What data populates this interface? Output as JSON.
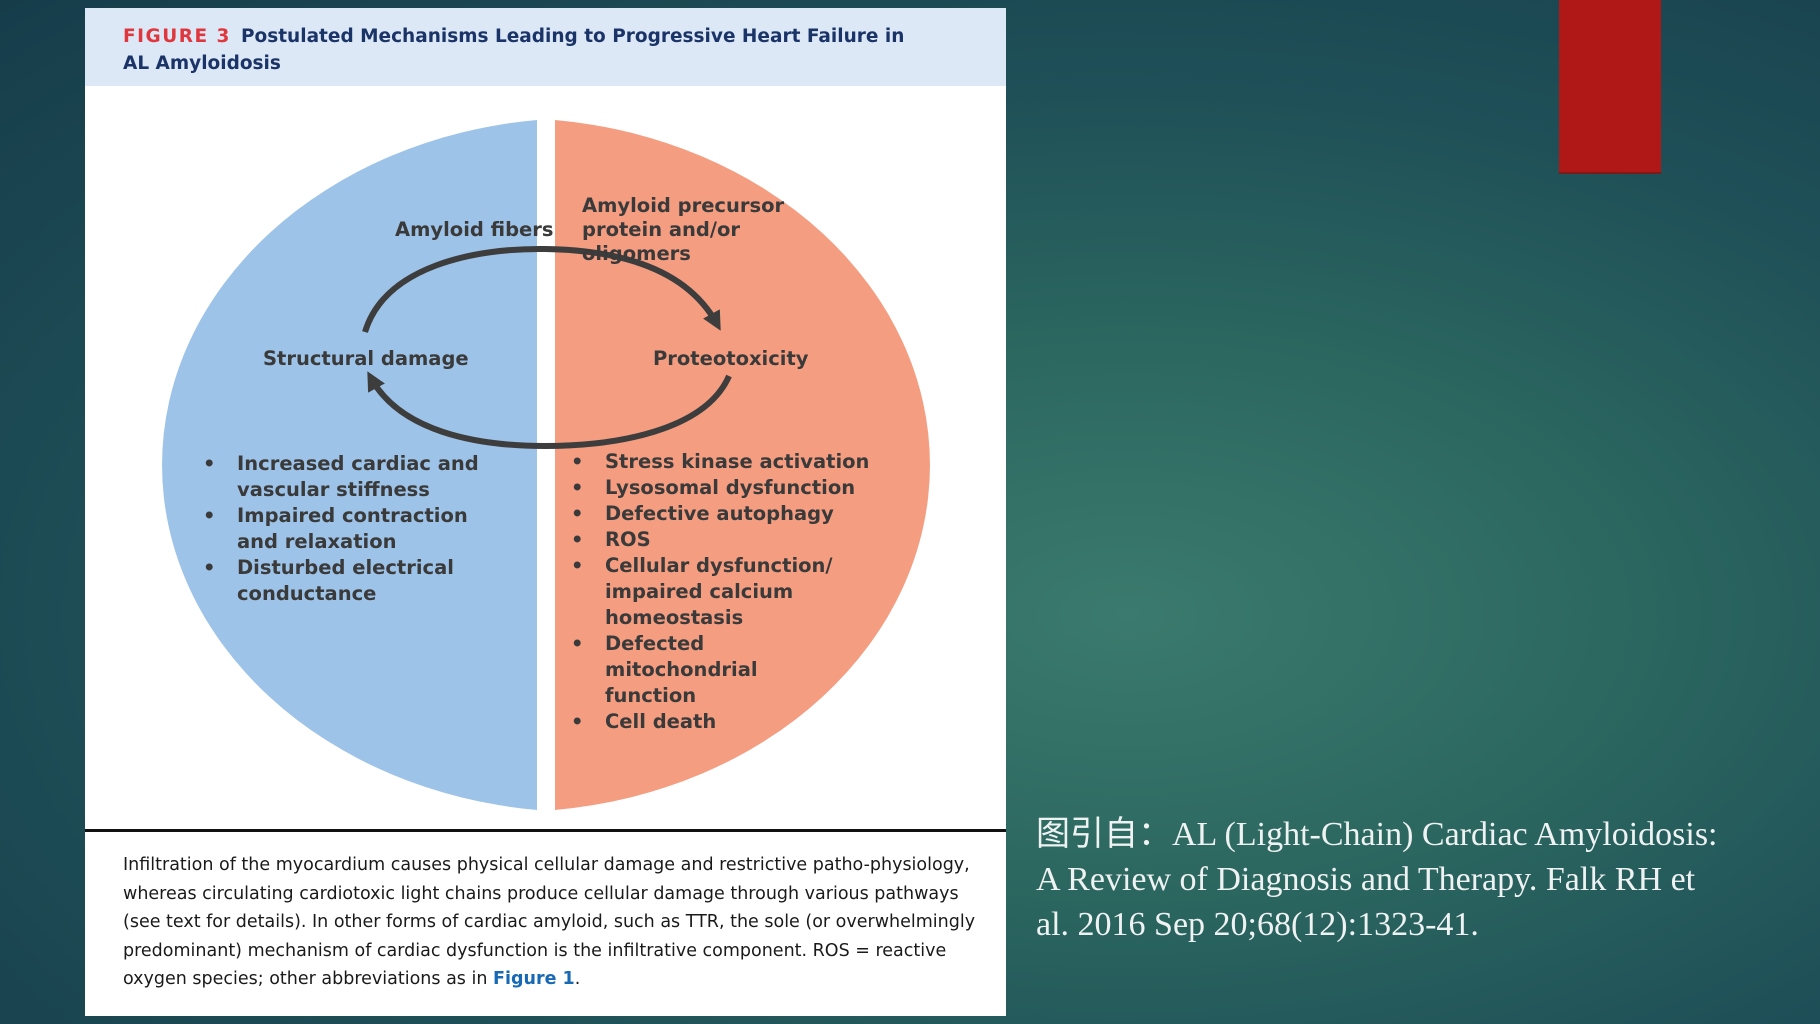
{
  "figure": {
    "label": "FIGURE 3",
    "title": "Postulated Mechanisms Leading to Progressive Heart Failure in AL Amyloidosis"
  },
  "diagram": {
    "left_half": {
      "heading": "Amyloid fibers",
      "mechanism": "Structural damage",
      "bullets": [
        [
          "Increased cardiac and",
          "vascular stiffness"
        ],
        [
          "Impaired contraction",
          "and relaxation"
        ],
        [
          "Disturbed electrical",
          "conductance"
        ]
      ],
      "color": "#9dc3e8"
    },
    "right_half": {
      "heading_lines": [
        "Amyloid precursor",
        "protein and/or",
        "oligomers"
      ],
      "mechanism": "Proteotoxicity",
      "bullets": [
        [
          "Stress kinase activation"
        ],
        [
          "Lysosomal dysfunction"
        ],
        [
          "Defective autophagy"
        ],
        [
          "ROS"
        ],
        [
          "Cellular dysfunction/",
          "impaired calcium",
          "homeostasis"
        ],
        [
          "Defected",
          "mitochondrial",
          "function"
        ],
        [
          "Cell death"
        ]
      ],
      "color": "#f59d80"
    },
    "cycle_arrow_color": "#3d3d3d"
  },
  "caption": {
    "text": "Infiltration of the myocardium causes physical cellular damage and restrictive patho-physiology, whereas circulating cardiotoxic light chains produce cellular damage through various pathways (see text for details). In other forms of cardiac amyloid, such as TTR, the sole (or overwhelmingly predominant) mechanism of cardiac dysfunction is the infiltrative component. ROS = reactive oxygen species; other abbreviations as in ",
    "link": "Figure 1",
    "end": "."
  },
  "citation": "图引自：AL (Light-Chain) Cardiac Amyloidosis: A Review of Diagnosis and Therapy. Falk RH et al.  2016 Sep 20;68(12):1323-41.",
  "colors": {
    "accent_bar": "#b01817",
    "figure_label": "#e0373e",
    "title": "#1b3468",
    "header_bg": "#dde8f6",
    "link": "#1769b6"
  }
}
